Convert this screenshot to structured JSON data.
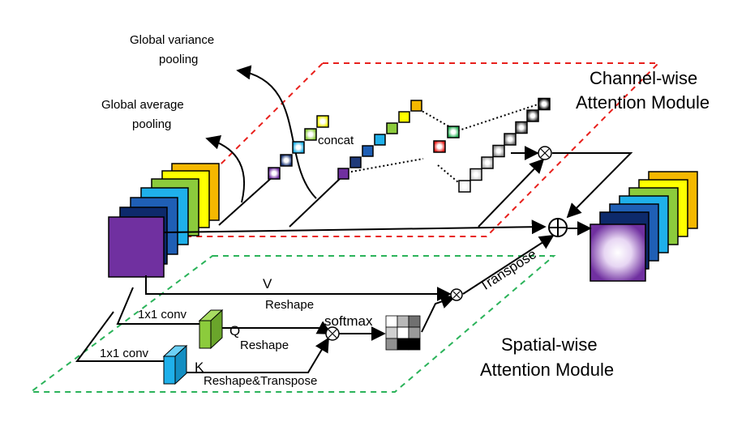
{
  "labels": {
    "global_variance": [
      "Global variance",
      "pooling"
    ],
    "global_average": [
      "Global average",
      "pooling"
    ],
    "concat": "concat",
    "channel_module": [
      "Channel-wise",
      "Attention Module"
    ],
    "spatial_module": [
      "Spatial-wise",
      "Attention Module"
    ],
    "v": "V",
    "reshape_v": "Reshape",
    "conv_q": "1x1 conv",
    "q": "Q",
    "reshape_q": "Reshape",
    "softmax": "softmax",
    "conv_k": "1x1 conv",
    "k": "K",
    "reshape_transpose": "Reshape&Transpose",
    "transpose": "Transpose"
  },
  "colors": {
    "red_dash": "#e8201c",
    "green_dash": "#2bb35a",
    "stack": [
      "#7030a0",
      "#0d2a6b",
      "#1f5fb5",
      "#1fb0ea",
      "#8ccb3c",
      "#ffff00",
      "#f5b800"
    ],
    "vec_left": [
      "#7030a0",
      "#1f3a7a",
      "#1fb0ea",
      "#8ccb3c",
      "#ffff00"
    ],
    "vec_right": [
      "#7030a0",
      "#1f3a7a",
      "#1f5fb5",
      "#1fb0ea",
      "#8ccb3c",
      "#ffff00",
      "#f5b800"
    ],
    "q_block": "#8ccb3c",
    "k_block": "#1fb0ea"
  }
}
